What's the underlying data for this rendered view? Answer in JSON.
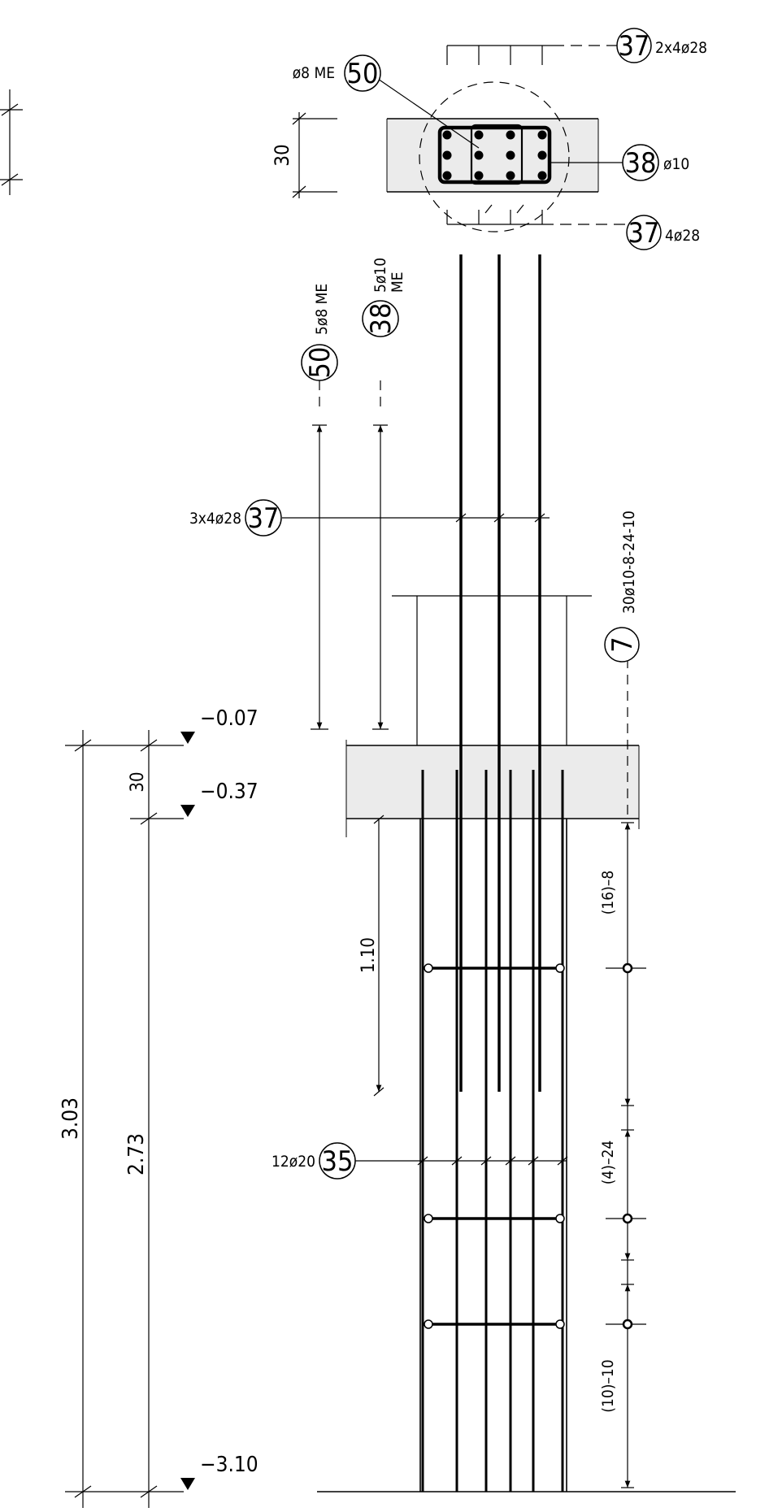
{
  "section": {
    "stirrup_mark": "50",
    "stirrup_label": "ø8 ME",
    "link_mark": "38",
    "link_label": "ø10",
    "top_bar_mark": "37",
    "top_bar_label": "2x4ø28",
    "bottom_bar_mark": "37",
    "bottom_bar_label": "4ø28",
    "depth_dim": "30"
  },
  "elevation": {
    "callout_50_mark": "50",
    "callout_50_label": "5ø8 ME",
    "callout_38_mark": "38",
    "callout_38_label_a": "5ø10",
    "callout_38_label_b": "ME",
    "callout_37_mark": "37",
    "callout_37_label": "3x4ø28",
    "callout_7_mark": "7",
    "callout_7_label": "30ø10-8-24-10",
    "callout_35_mark": "35",
    "callout_35_label": "12ø20",
    "level_top": "−0.07",
    "level_mid": "−0.37",
    "level_bottom": "−3.10",
    "dim_slab": "30",
    "dim_total": "3.03",
    "dim_column": "2.73",
    "dim_anchorage": "1.10",
    "spacing_top": "(16)–8",
    "spacing_mid": "(4)–24",
    "spacing_bottom": "(10)–10"
  },
  "colors": {
    "concrete_fill": "#ebebeb",
    "line": "#000000"
  }
}
